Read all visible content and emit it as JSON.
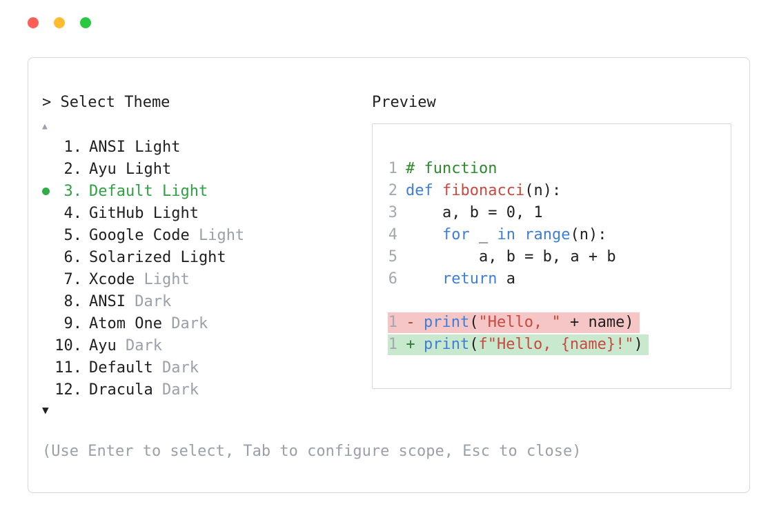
{
  "window": {
    "traffic_lights": [
      {
        "name": "close",
        "color": "#ff5f57"
      },
      {
        "name": "minimize",
        "color": "#febc2e"
      },
      {
        "name": "zoom",
        "color": "#28c840"
      }
    ]
  },
  "picker": {
    "prompt": "> Select Theme",
    "scroll_up": "▲",
    "scroll_down": "▼",
    "hint": "(Use Enter to select, Tab to configure scope, Esc to close)",
    "items": [
      {
        "number": "1.",
        "name": "ANSI Light",
        "muted_suffix": "",
        "selected": false
      },
      {
        "number": "2.",
        "name": "Ayu Light",
        "muted_suffix": "",
        "selected": false
      },
      {
        "number": "3.",
        "name": "Default Light",
        "muted_suffix": "",
        "selected": true
      },
      {
        "number": "4.",
        "name": "GitHub Light",
        "muted_suffix": "",
        "selected": false
      },
      {
        "number": "5.",
        "name": "Google Code",
        "muted_suffix": "Light",
        "selected": false
      },
      {
        "number": "6.",
        "name": "Solarized Light",
        "muted_suffix": "",
        "selected": false
      },
      {
        "number": "7.",
        "name": "Xcode",
        "muted_suffix": "Light",
        "selected": false
      },
      {
        "number": "8.",
        "name": "ANSI",
        "muted_suffix": "Dark",
        "selected": false
      },
      {
        "number": "9.",
        "name": "Atom One",
        "muted_suffix": "Dark",
        "selected": false
      },
      {
        "number": "10.",
        "name": "Ayu",
        "muted_suffix": "Dark",
        "selected": false
      },
      {
        "number": "11.",
        "name": "Default",
        "muted_suffix": "Dark",
        "selected": false
      },
      {
        "number": "12.",
        "name": "Dracula",
        "muted_suffix": "Dark",
        "selected": false
      }
    ]
  },
  "preview": {
    "label": "Preview",
    "code_lines": [
      {
        "num": "1",
        "tokens": [
          {
            "t": "# function",
            "c": "comment"
          }
        ]
      },
      {
        "num": "2",
        "tokens": [
          {
            "t": "def",
            "c": "keyword"
          },
          {
            "t": " ",
            "c": "plain"
          },
          {
            "t": "fibonacci",
            "c": "func"
          },
          {
            "t": "(n):",
            "c": "plain"
          }
        ]
      },
      {
        "num": "3",
        "tokens": [
          {
            "t": "    a, b = 0, 1",
            "c": "plain"
          }
        ]
      },
      {
        "num": "4",
        "tokens": [
          {
            "t": "    ",
            "c": "plain"
          },
          {
            "t": "for",
            "c": "keyword"
          },
          {
            "t": " _ ",
            "c": "plain"
          },
          {
            "t": "in",
            "c": "keyword"
          },
          {
            "t": " ",
            "c": "plain"
          },
          {
            "t": "range",
            "c": "keyword"
          },
          {
            "t": "(n):",
            "c": "plain"
          }
        ]
      },
      {
        "num": "5",
        "tokens": [
          {
            "t": "        a, b = b, a + b",
            "c": "plain"
          }
        ]
      },
      {
        "num": "6",
        "tokens": [
          {
            "t": "    ",
            "c": "plain"
          },
          {
            "t": "return",
            "c": "keyword"
          },
          {
            "t": " a",
            "c": "plain"
          }
        ]
      }
    ],
    "diff_lines": [
      {
        "num": "1",
        "sign": "-",
        "kind": "removed",
        "tokens": [
          {
            "t": "print",
            "c": "keyword"
          },
          {
            "t": "(",
            "c": "plain"
          },
          {
            "t": "\"Hello, \"",
            "c": "string"
          },
          {
            "t": " + name)",
            "c": "plain"
          }
        ]
      },
      {
        "num": "1",
        "sign": "+",
        "kind": "added",
        "tokens": [
          {
            "t": "print",
            "c": "keyword"
          },
          {
            "t": "(",
            "c": "plain"
          },
          {
            "t": "f\"Hello, {name}!\"",
            "c": "string"
          },
          {
            "t": ")",
            "c": "plain"
          }
        ]
      }
    ]
  },
  "colors": {
    "keyword": "#3e7ed6",
    "func": "#c7493f",
    "string": "#c7493f",
    "comment": "#2b8a2b",
    "selected": "#2fa044",
    "dot": "#2fae47",
    "muted": "#9aa0aa",
    "line_number": "#a3a8b0",
    "removed_bg": "#f6c6c6",
    "added_bg": "#c9e9cf",
    "removed_sign": "#b3382e",
    "added_sign": "#2e7d32"
  }
}
